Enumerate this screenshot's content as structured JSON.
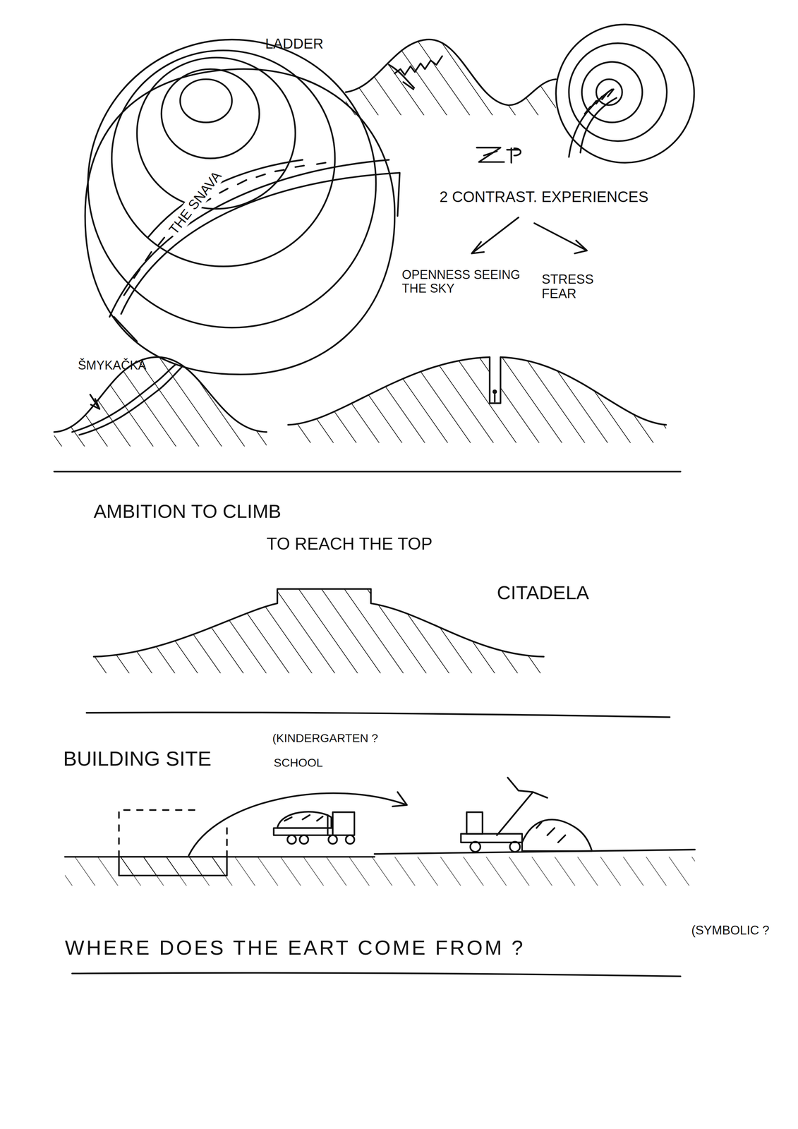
{
  "diagram": {
    "labels": [
      "LADDER",
      "2 CONTRAST. EXPERIENCES",
      "OPENNESS SEEING THE SKY",
      "STRESS FEAR",
      "THE SNAVA",
      "ŠMYKAČKA",
      "AMBITION TO CLIMB",
      "TO REACH THE TOP",
      "CITADELA",
      "BUILDING SITE",
      "(KINDERGARTEN ?",
      "SCHOOL",
      "WHERE DOES THE EART COME FROM ?",
      "(SYMBOLIC ?"
    ]
  }
}
